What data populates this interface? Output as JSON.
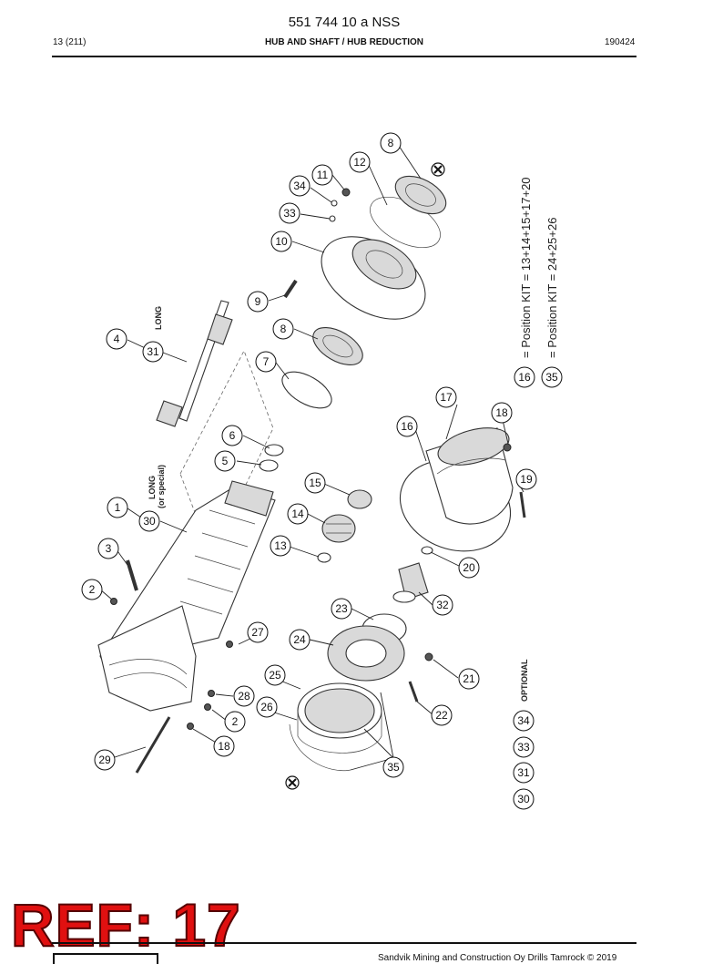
{
  "header": {
    "doc_number": "551 744 10 a NSS",
    "page": "13 (211)",
    "title": "HUB AND SHAFT / HUB REDUCTION",
    "date_code": "190424"
  },
  "diagram": {
    "labels": {
      "long": "LONG",
      "long_special_1": "LONG",
      "long_special_2": "(or special)",
      "optional": "OPTIONAL",
      "kit_a": "= Position KIT = 13+14+15+17+20",
      "kit_b": "= Position KIT = 24+25+26"
    },
    "callouts": [
      "1",
      "2",
      "3",
      "4",
      "5",
      "6",
      "7",
      "8",
      "9",
      "10",
      "11",
      "12",
      "13",
      "14",
      "15",
      "16",
      "17",
      "18",
      "19",
      "20",
      "21",
      "22",
      "23",
      "24",
      "25",
      "26",
      "27",
      "28",
      "29",
      "30",
      "31",
      "32",
      "33",
      "34",
      "35"
    ]
  },
  "kits": [
    {
      "id": "16",
      "text": "= Position KIT = 13+14+15+17+20"
    },
    {
      "id": "35",
      "text": "= Position KIT = 24+25+26"
    }
  ],
  "optional_items": [
    "34",
    "33",
    "31",
    "30"
  ],
  "ref_label": "REF: 17",
  "footer": {
    "copyright": "Sandvik Mining and Construction Oy Drills Tamrock © 2019"
  }
}
